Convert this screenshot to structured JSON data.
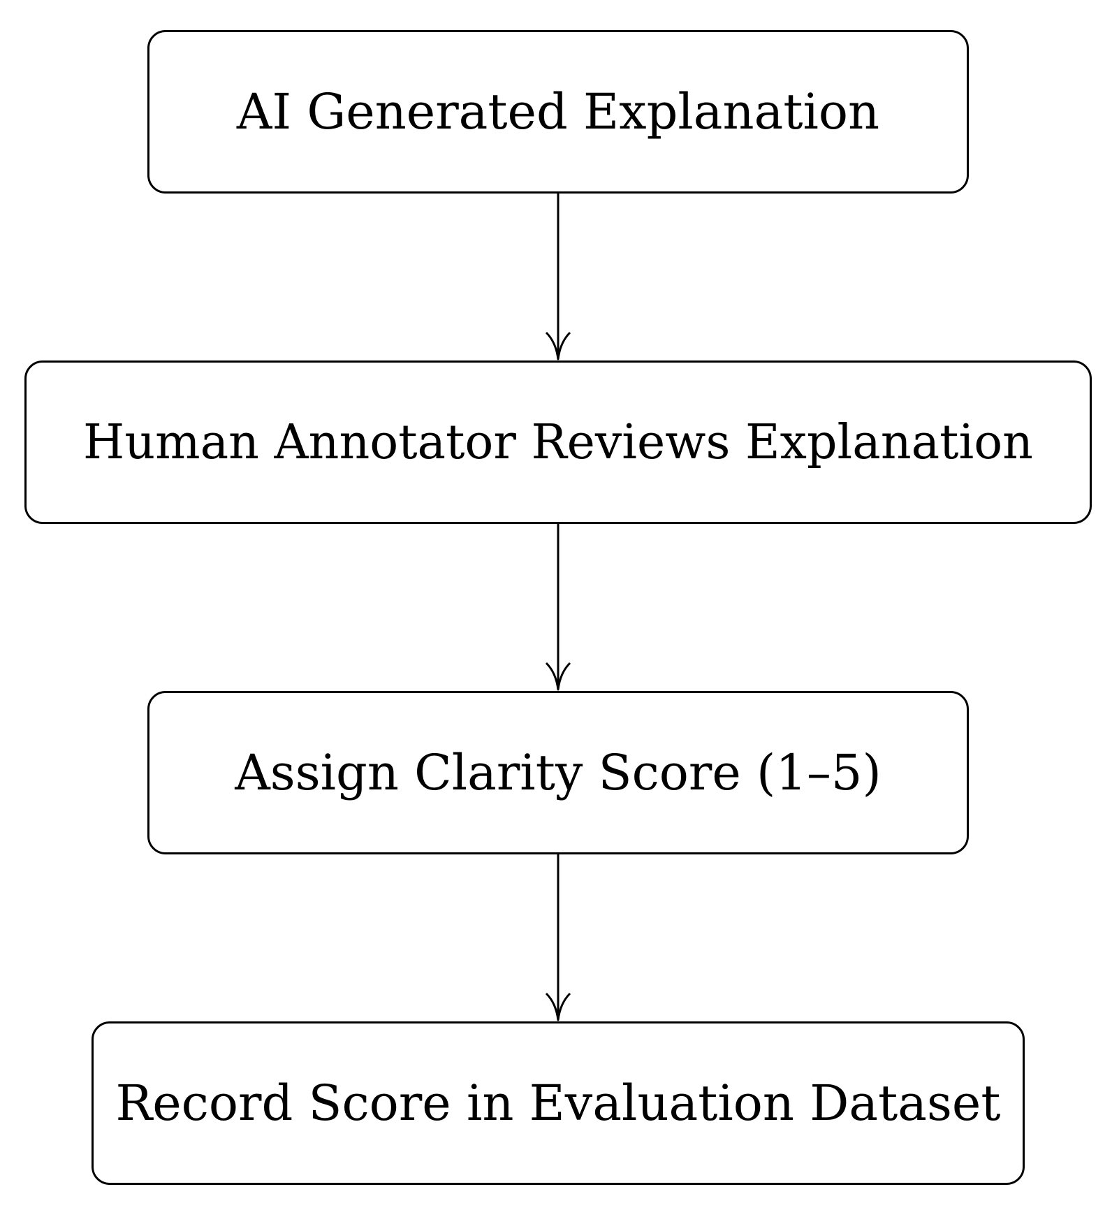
{
  "diagram": {
    "type": "flowchart",
    "direction": "top-to-bottom",
    "nodes": [
      {
        "id": "n1",
        "label": "AI Generated Explanation"
      },
      {
        "id": "n2",
        "label": "Human Annotator Reviews Explanation"
      },
      {
        "id": "n3",
        "label": "Assign Clarity Score (1–5)"
      },
      {
        "id": "n4",
        "label": "Record Score in Evaluation Dataset"
      }
    ],
    "edges": [
      {
        "from": "n1",
        "to": "n2"
      },
      {
        "from": "n2",
        "to": "n3"
      },
      {
        "from": "n3",
        "to": "n4"
      }
    ],
    "colors": {
      "stroke": "#000000",
      "background": "#ffffff"
    }
  }
}
